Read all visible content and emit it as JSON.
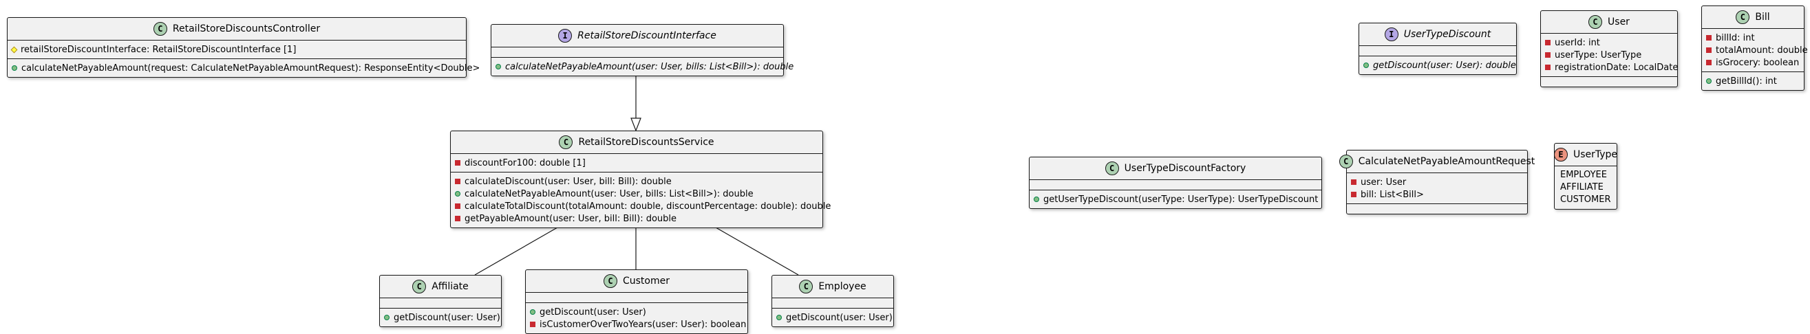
{
  "classes": {
    "controller": {
      "kind": "C",
      "name": "RetailStoreDiscountsController",
      "fields": [
        {
          "vis": "hash",
          "text": "retailStoreDiscountInterface: RetailStoreDiscountInterface [1]"
        }
      ],
      "methods": [
        {
          "vis": "plus",
          "text": "calculateNetPayableAmount(request: CalculateNetPayableAmountRequest): ResponseEntity<Double>"
        }
      ]
    },
    "discount_interface": {
      "kind": "I",
      "name": "RetailStoreDiscountInterface",
      "methods": [
        {
          "vis": "plus",
          "text": "calculateNetPayableAmount(user: User, bills: List<Bill>): double"
        }
      ]
    },
    "service": {
      "kind": "C",
      "name": "RetailStoreDiscountsService",
      "fields": [
        {
          "vis": "minus",
          "text": "discountFor100: double [1]"
        }
      ],
      "methods": [
        {
          "vis": "minus",
          "text": "calculateDiscount(user: User, bill: Bill): double"
        },
        {
          "vis": "plus",
          "text": "calculateNetPayableAmount(user: User, bills: List<Bill>): double"
        },
        {
          "vis": "minus",
          "text": "calculateTotalDiscount(totalAmount: double, discountPercentage: double): double"
        },
        {
          "vis": "minus",
          "text": "getPayableAmount(user: User, bill: Bill): double"
        }
      ]
    },
    "affiliate": {
      "kind": "C",
      "name": "Affiliate",
      "methods": [
        {
          "vis": "plus",
          "text": "getDiscount(user: User)"
        }
      ]
    },
    "customer": {
      "kind": "C",
      "name": "Customer",
      "methods": [
        {
          "vis": "plus",
          "text": "getDiscount(user: User)"
        },
        {
          "vis": "minus",
          "text": "isCustomerOverTwoYears(user: User): boolean"
        }
      ]
    },
    "employee": {
      "kind": "C",
      "name": "Employee",
      "methods": [
        {
          "vis": "plus",
          "text": "getDiscount(user: User)"
        }
      ]
    },
    "factory": {
      "kind": "C",
      "name": "UserTypeDiscountFactory",
      "methods": [
        {
          "vis": "plus",
          "text": "getUserTypeDiscount(userType: UserType): UserTypeDiscount"
        }
      ]
    },
    "request": {
      "kind": "C",
      "name": "CalculateNetPayableAmountRequest",
      "fields": [
        {
          "vis": "minus",
          "text": "user: User"
        },
        {
          "vis": "minus",
          "text": "bill: List<Bill>"
        }
      ]
    },
    "usertype": {
      "kind": "E",
      "name": "UserType",
      "literals": [
        "EMPLOYEE",
        "AFFILIATE",
        "CUSTOMER"
      ]
    },
    "usertype_discount": {
      "kind": "I",
      "name": "UserTypeDiscount",
      "methods": [
        {
          "vis": "plus",
          "text": "getDiscount(user: User): double"
        }
      ]
    },
    "user": {
      "kind": "C",
      "name": "User",
      "fields": [
        {
          "vis": "minus",
          "text": "userId: int"
        },
        {
          "vis": "minus",
          "text": "userType: UserType"
        },
        {
          "vis": "minus",
          "text": "registrationDate: LocalDate"
        }
      ]
    },
    "bill": {
      "kind": "C",
      "name": "Bill",
      "fields": [
        {
          "vis": "minus",
          "text": "billId: int"
        },
        {
          "vis": "minus",
          "text": "totalAmount: double"
        },
        {
          "vis": "minus",
          "text": "isGrocery: boolean"
        }
      ],
      "methods": [
        {
          "vis": "plus",
          "text": "getBillId(): int"
        }
      ]
    }
  },
  "colors": {
    "class_badge": "#add1b2",
    "interface_badge": "#b4a7e5",
    "enum_badge": "#eb937f",
    "box_fill": "#f1f1f1",
    "border": "#181818"
  }
}
